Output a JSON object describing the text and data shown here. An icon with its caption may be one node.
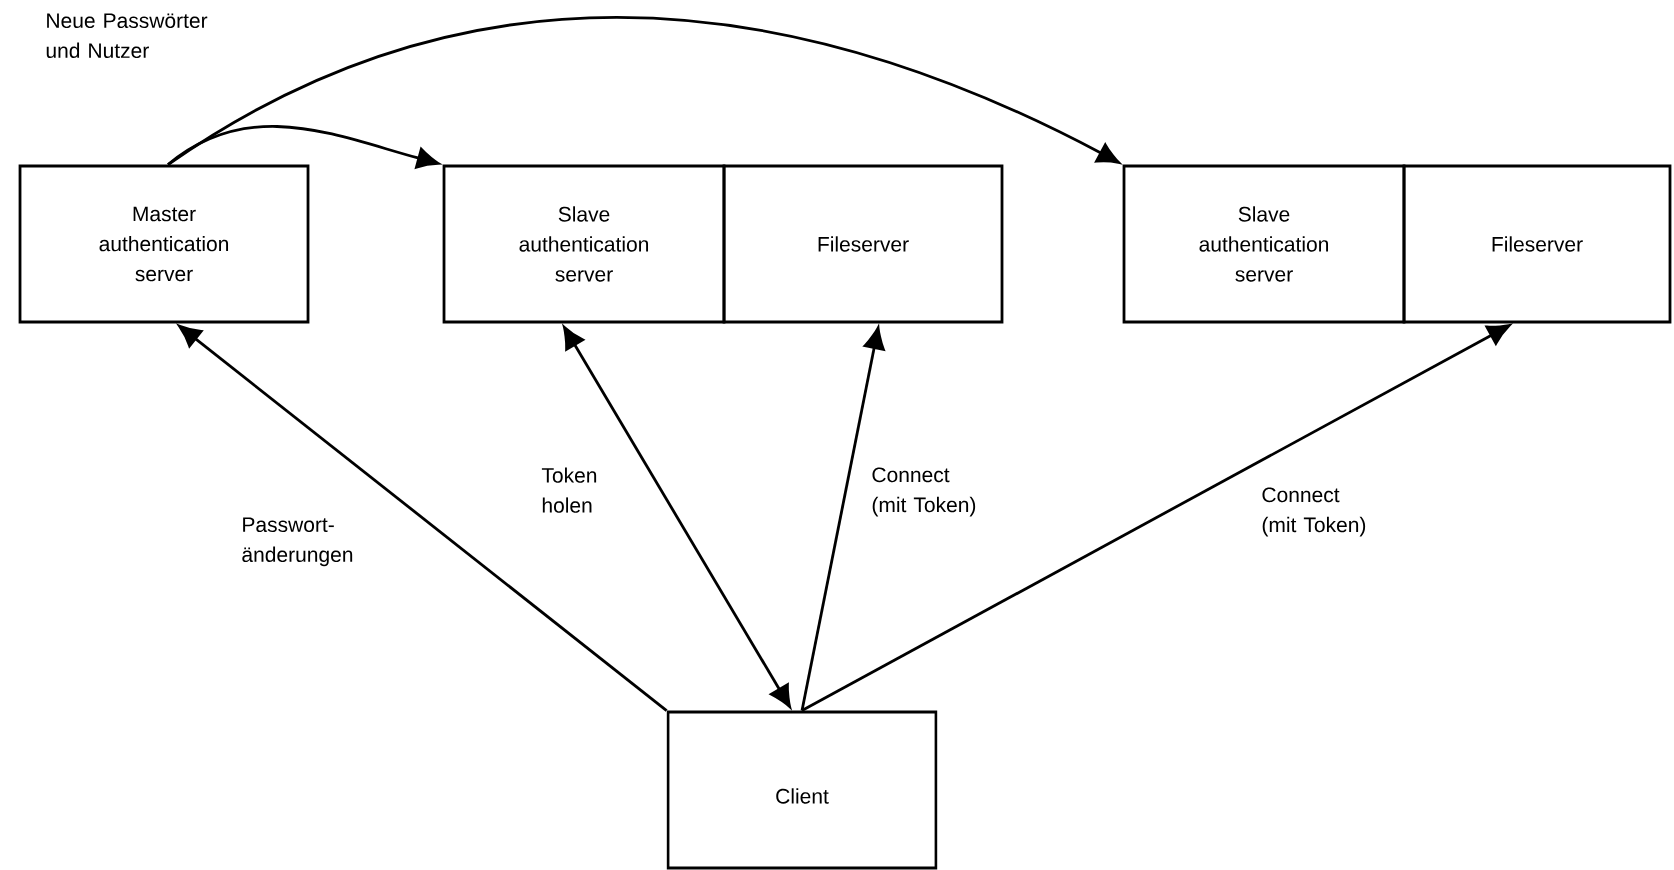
{
  "diagram": {
    "nodes": [
      {
        "text": [
          "Master authentication server"
        ]
      },
      {
        "text": [
          "Slave authentication server"
        ]
      },
      {
        "text": [
          "Fileserver"
        ]
      },
      {
        "text": [
          "Slave authentication server"
        ]
      },
      {
        "text": [
          "Fileserver"
        ]
      },
      {
        "text": [
          "Client"
        ]
      }
    ],
    "edges": [
      {
        "from": 0,
        "to": 1,
        "arrow": "to",
        "label": "Neue Passwörter und Nutzer"
      },
      {
        "from": 0,
        "to": 3,
        "arrow": "to"
      },
      {
        "from": 5,
        "to": 0,
        "arrow": "to",
        "label": "Passwort- änderungen"
      },
      {
        "from": 5,
        "to": 1,
        "arrow": "both",
        "label": "Token holen"
      },
      {
        "from": 5,
        "to": 2,
        "arrow": "to",
        "label": "Connect (mit Token)"
      },
      {
        "from": 5,
        "to": 4,
        "arrow": "to",
        "label": "Connect (mit Token)"
      }
    ]
  }
}
